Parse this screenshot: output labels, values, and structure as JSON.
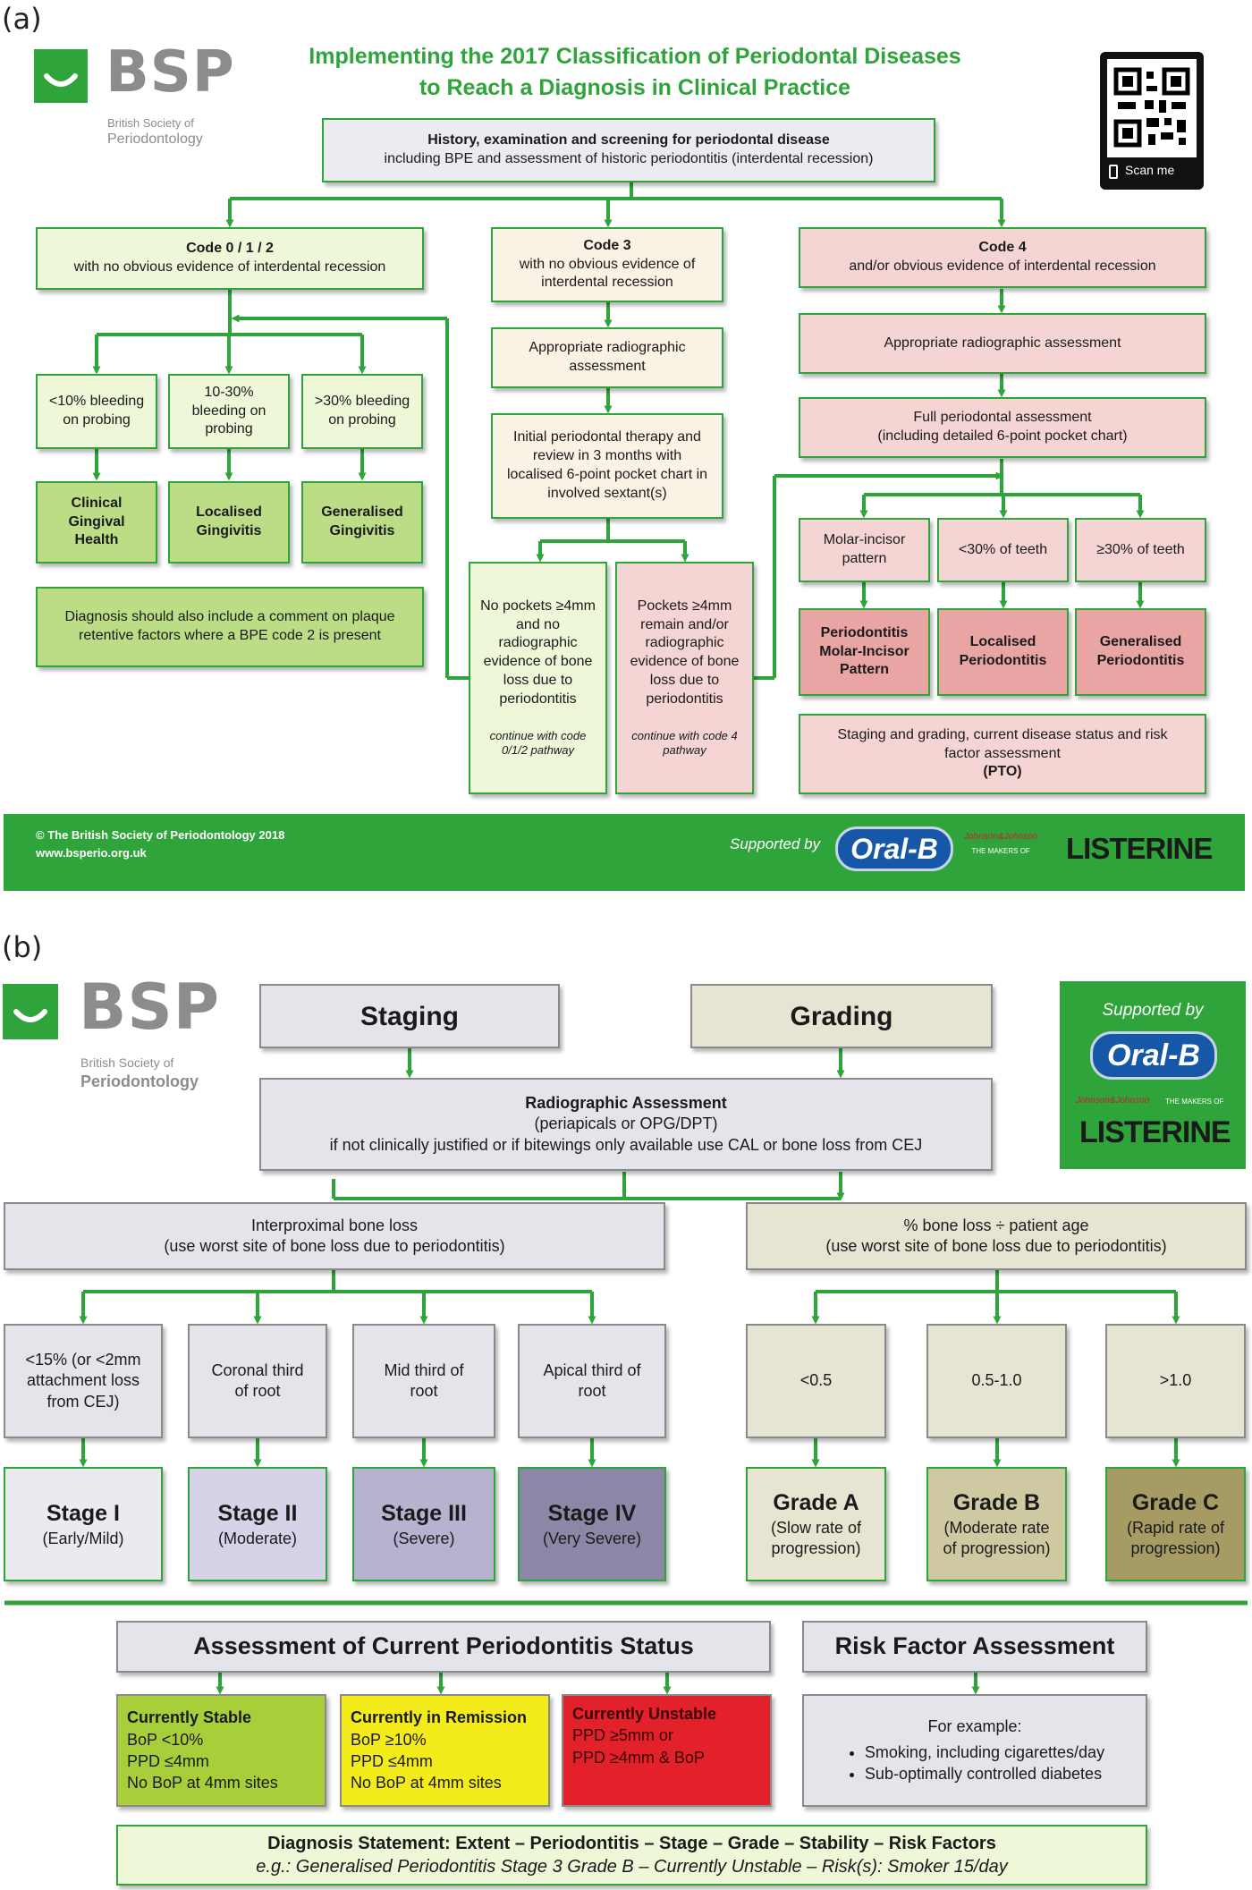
{
  "panel_a": {
    "label": "(a)",
    "logo_text": "BSP",
    "logo_sub1": "British Society of",
    "logo_sub2": "Periodontology",
    "title_line1": "Implementing the 2017 Classification of Periodontal Diseases",
    "title_line2": "to Reach a Diagnosis in Clinical Practice",
    "qr_caption": "Scan me",
    "history_line1": "History, examination and screening for periodontal disease",
    "history_line2": "including BPE and assessment of historic periodontitis (interdental recession)",
    "code012_title": "Code 0 / 1 / 2",
    "code012_sub": "with no obvious evidence of interdental recession",
    "code3_title": "Code 3",
    "code3_sub": "with no obvious evidence of interdental recession",
    "code4_title": "Code 4",
    "code4_sub": "and/or obvious evidence of interdental recession",
    "bleed_lt10": "<10% bleeding on probing",
    "bleed_10_30": "10-30% bleeding on probing",
    "bleed_gt30": ">30% bleeding on probing",
    "clinical_health": "Clinical Gingival Health",
    "localised_gingivitis": "Localised Gingivitis",
    "generalised_gingivitis": "Generalised Gingivitis",
    "plaque_note": "Diagnosis should also include a comment on plaque retentive factors where a BPE code 2 is present",
    "code3_radio": "Appropriate radiographic assessment",
    "initial_therapy": "Initial periodontal therapy and review in 3 months with localised 6-point pocket chart in involved sextant(s)",
    "no_pockets": "No pockets ≥4mm and no radiographic evidence of bone loss due to periodontitis",
    "no_pockets_cont": "continue with code 0/1/2 pathway",
    "pockets_remain": "Pockets ≥4mm remain and/or radiographic evidence of bone loss due to periodontitis",
    "pockets_remain_cont": "continue with code 4 pathway",
    "code4_radio": "Appropriate radiographic assessment",
    "full_assess_line1": "Full periodontal assessment",
    "full_assess_line2": "(including detailed 6-point pocket chart)",
    "molar_incisor": "Molar-incisor pattern",
    "lt30_teeth": "<30% of teeth",
    "ge30_teeth": "≥30% of teeth",
    "perio_mip": "Periodontitis Molar-Incisor Pattern",
    "localised_perio": "Localised Periodontitis",
    "generalised_perio": "Generalised Periodontitis",
    "staging_line1": "Staging and grading, current disease status and risk factor assessment",
    "staging_line2": "(PTO)",
    "footer_copyright": "© The British Society of Periodontology 2018",
    "footer_url": "www.bsperio.org.uk",
    "supported_by": "Supported by",
    "oralb": "Oral-B",
    "jj_text": "Johnson&Johnson",
    "jj_makers": "THE MAKERS OF",
    "listerine": "LISTERINE"
  },
  "panel_b": {
    "label": "(b)",
    "logo_text": "BSP",
    "logo_sub1": "British Society of",
    "logo_sub2": "Periodontology",
    "staging": "Staging",
    "grading": "Grading",
    "supported_by": "Supported by",
    "oralb": "Oral-B",
    "jj_text": "Johnson&Johnson",
    "jj_makers": "THE MAKERS OF",
    "listerine": "LISTERINE",
    "radio_title": "Radiographic Assessment",
    "radio_line2": "(periapicals or OPG/DPT)",
    "radio_line3": "if not clinically justified or if bitewings only available use CAL or bone loss from CEJ",
    "interprox_line1": "Interproximal bone loss",
    "interprox_line2": "(use worst site of bone loss due to periodontitis)",
    "pct_line1": "% bone loss ÷ patient age",
    "pct_line2": "(use worst site of bone loss due to periodontitis)",
    "lt15": "<15% (or <2mm attachment loss from CEJ)",
    "coronal": "Coronal third of root",
    "mid": "Mid third of root",
    "apical": "Apical third of root",
    "stage1": "Stage I",
    "stage1_sub": "(Early/Mild)",
    "stage2": "Stage II",
    "stage2_sub": "(Moderate)",
    "stage3": "Stage III",
    "stage3_sub": "(Severe)",
    "stage4": "Stage IV",
    "stage4_sub": "(Very Severe)",
    "g_lt05": "<0.5",
    "g_05_10": "0.5-1.0",
    "g_gt10": ">1.0",
    "gradeA": "Grade A",
    "gradeA_sub": "(Slow rate of progression)",
    "gradeB": "Grade B",
    "gradeB_sub": "(Moderate rate of progression)",
    "gradeC": "Grade C",
    "gradeC_sub": "(Rapid rate of progression)",
    "assessment_title": "Assessment of Current Periodontitis Status",
    "risk_title": "Risk Factor Assessment",
    "stable_title": "Currently Stable",
    "stable_l1": "BoP <10%",
    "stable_l2": "PPD ≤4mm",
    "stable_l3": "No BoP at 4mm sites",
    "remission_title": "Currently in Remission",
    "remission_l1": "BoP ≥10%",
    "remission_l2": "PPD ≤4mm",
    "remission_l3": "No BoP at 4mm sites",
    "unstable_title": "Currently Unstable",
    "unstable_l1": "PPD ≥5mm or",
    "unstable_l2": "PPD ≥4mm & BoP",
    "risk_example": "For example:",
    "risk_item1": "Smoking, including cigarettes/day",
    "risk_item2": "Sub-optimally controlled diabetes",
    "diag_line1": "Diagnosis Statement: Extent – Periodontitis – Stage – Grade – Stability – Risk Factors",
    "diag_line2": "e.g.: Generalised Periodontitis Stage 3 Grade B – Currently Unstable – Risk(s): Smoker 15/day"
  },
  "colors": {
    "accent_green": "#2fa43a",
    "light_green": "#eef7d8",
    "mid_green": "#bcdd86",
    "cream": "#fbf2e6",
    "light_pink": "#f5d4d4",
    "mid_pink": "#e9a4a4",
    "stage1": "#ebebef",
    "stage2": "#d6d3e8",
    "stage3": "#b8b2d1",
    "stage4": "#8e86a7",
    "gradeA": "#e7e5d1",
    "gradeB": "#cfc9a1",
    "gradeC": "#a59b63",
    "stable": "#a8cf3a",
    "remission": "#f3ec1a",
    "unstable": "#e2212a"
  }
}
